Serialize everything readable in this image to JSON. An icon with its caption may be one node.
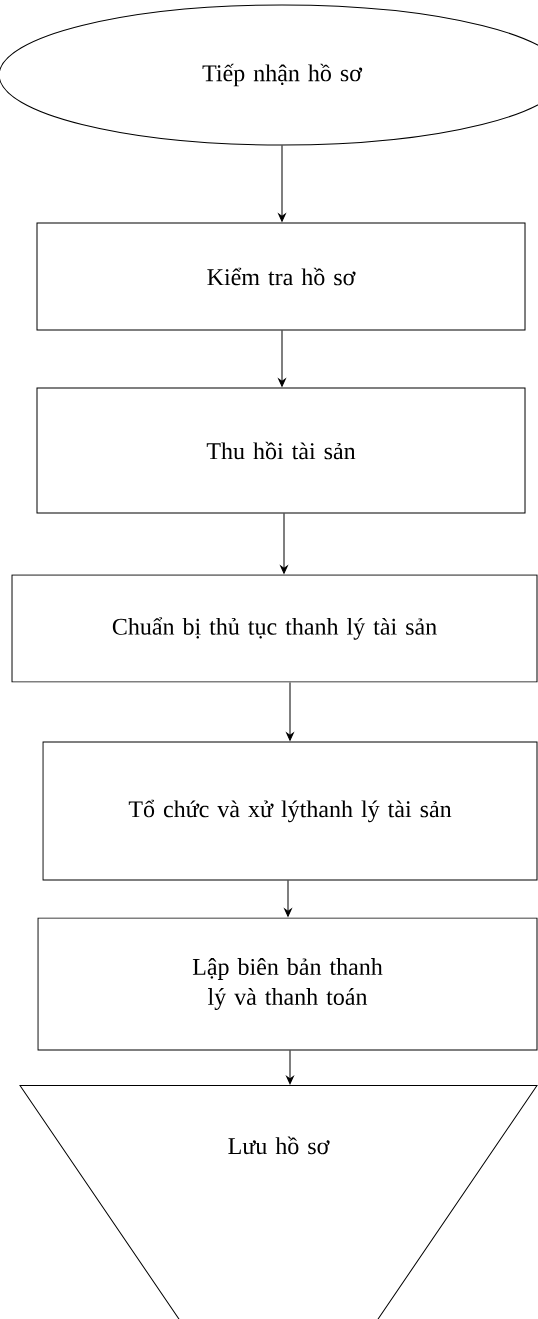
{
  "diagram": {
    "nodes": [
      {
        "text": [
          "Tiếp nhận hồ sơ"
        ]
      },
      {
        "text": [
          "Kiểm tra hồ sơ"
        ]
      },
      {
        "text": [
          "Thu hồi tài sản"
        ]
      },
      {
        "text": [
          "Chuẩn bị thủ tục thanh lý tài sản"
        ]
      },
      {
        "text": [
          "Tổ chức và xử lýthanh lý tài sản"
        ]
      },
      {
        "text": [
          "Lập biên bản thanh lý và thanh toán"
        ]
      },
      {
        "text": [
          "Lưu hồ sơ"
        ]
      }
    ],
    "edges": [
      {
        "from": 0,
        "to": 1,
        "arrow": "to"
      },
      {
        "from": 1,
        "to": 2,
        "arrow": "to"
      },
      {
        "from": 2,
        "to": 3,
        "arrow": "to"
      },
      {
        "from": 3,
        "to": 4,
        "arrow": "to"
      },
      {
        "from": 4,
        "to": 5,
        "arrow": "to"
      },
      {
        "from": 5,
        "to": 6,
        "arrow": "to"
      }
    ]
  }
}
